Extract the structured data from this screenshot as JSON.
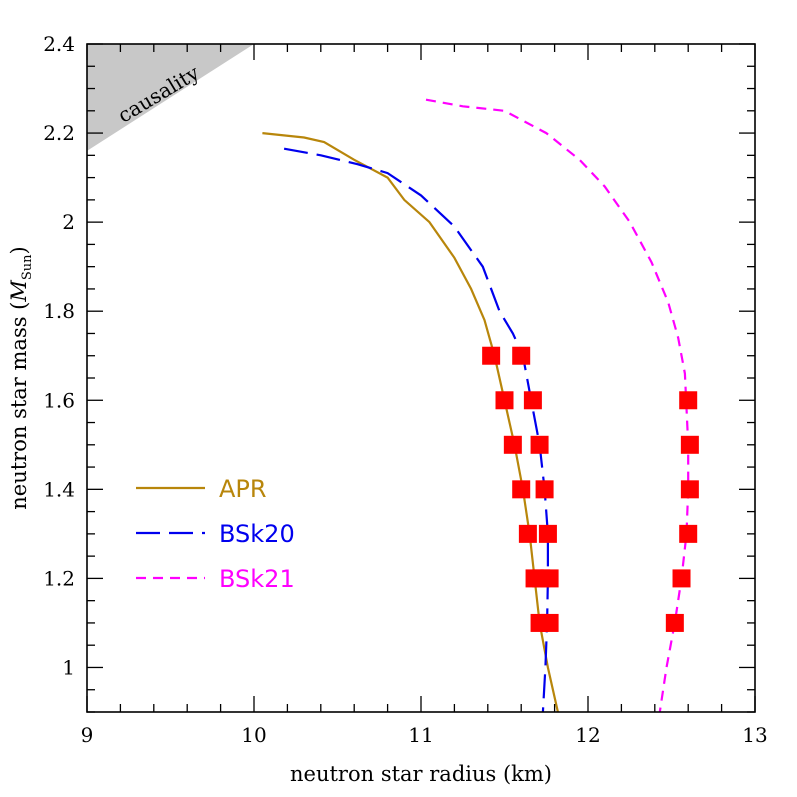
{
  "chart_data": {
    "type": "line",
    "xlabel": "neutron star radius (km)",
    "ylabel": {
      "main": "neutron star mass (",
      "symbol": "M",
      "subscript": "Sun",
      "close": ")"
    },
    "xlim": [
      9,
      13
    ],
    "ylim": [
      0.9,
      2.4
    ],
    "x_ticks": [
      "9",
      "10",
      "11",
      "12",
      "13"
    ],
    "y_ticks": [
      "1",
      "1.2",
      "1.4",
      "1.6",
      "1.8",
      "2",
      "2.2",
      "2.4"
    ],
    "grid": false,
    "legend_position": "left-middle",
    "region": {
      "label": "causality",
      "polygon": [
        [
          9,
          2.4
        ],
        [
          10,
          2.4
        ],
        [
          9,
          2.16
        ]
      ],
      "color": "#c8c8c8"
    },
    "series": [
      {
        "name": "APR",
        "color": "#b8860b",
        "style": "solid",
        "points": [
          [
            10.05,
            2.2
          ],
          [
            10.3,
            2.19
          ],
          [
            10.42,
            2.18
          ],
          [
            10.6,
            2.14
          ],
          [
            10.8,
            2.1
          ],
          [
            10.9,
            2.05
          ],
          [
            11.05,
            2.0
          ],
          [
            11.2,
            1.92
          ],
          [
            11.3,
            1.85
          ],
          [
            11.38,
            1.78
          ],
          [
            11.44,
            1.7
          ],
          [
            11.5,
            1.6
          ],
          [
            11.56,
            1.5
          ],
          [
            11.61,
            1.4
          ],
          [
            11.65,
            1.3
          ],
          [
            11.68,
            1.2
          ],
          [
            11.71,
            1.1
          ],
          [
            11.76,
            1.0
          ],
          [
            11.82,
            0.9
          ]
        ]
      },
      {
        "name": "BSk20",
        "color": "#0000ee",
        "style": "dashed",
        "points": [
          [
            10.18,
            2.165
          ],
          [
            10.4,
            2.15
          ],
          [
            10.62,
            2.13
          ],
          [
            10.8,
            2.11
          ],
          [
            11.0,
            2.06
          ],
          [
            11.2,
            1.99
          ],
          [
            11.37,
            1.9
          ],
          [
            11.47,
            1.8
          ],
          [
            11.55,
            1.75
          ],
          [
            11.61,
            1.7
          ],
          [
            11.66,
            1.6
          ],
          [
            11.71,
            1.5
          ],
          [
            11.74,
            1.4
          ],
          [
            11.76,
            1.3
          ],
          [
            11.76,
            1.2
          ],
          [
            11.755,
            1.1
          ],
          [
            11.745,
            1.0
          ],
          [
            11.73,
            0.9
          ]
        ]
      },
      {
        "name": "BSk21",
        "color": "#ff00ff",
        "style": "dotted",
        "points": [
          [
            11.03,
            2.275
          ],
          [
            11.25,
            2.26
          ],
          [
            11.5,
            2.25
          ],
          [
            11.75,
            2.2
          ],
          [
            11.95,
            2.14
          ],
          [
            12.1,
            2.08
          ],
          [
            12.25,
            2.0
          ],
          [
            12.38,
            1.91
          ],
          [
            12.48,
            1.82
          ],
          [
            12.54,
            1.74
          ],
          [
            12.58,
            1.66
          ],
          [
            12.6,
            1.5
          ],
          [
            12.6,
            1.4
          ],
          [
            12.59,
            1.3
          ],
          [
            12.56,
            1.2
          ],
          [
            12.52,
            1.1
          ],
          [
            12.47,
            1.0
          ],
          [
            12.43,
            0.9
          ]
        ]
      }
    ],
    "markers": {
      "color": "#ff0000",
      "shape": "square",
      "points": [
        [
          11.42,
          1.7
        ],
        [
          11.6,
          1.7
        ],
        [
          11.5,
          1.6
        ],
        [
          11.67,
          1.6
        ],
        [
          11.55,
          1.5
        ],
        [
          11.71,
          1.5
        ],
        [
          11.6,
          1.4
        ],
        [
          11.74,
          1.4
        ],
        [
          11.64,
          1.3
        ],
        [
          11.76,
          1.3
        ],
        [
          11.68,
          1.2
        ],
        [
          11.72,
          1.2
        ],
        [
          11.77,
          1.2
        ],
        [
          11.71,
          1.1
        ],
        [
          11.77,
          1.1
        ],
        [
          12.6,
          1.6
        ],
        [
          12.61,
          1.5
        ],
        [
          12.61,
          1.4
        ],
        [
          12.6,
          1.3
        ],
        [
          12.56,
          1.2
        ],
        [
          12.52,
          1.1
        ]
      ]
    }
  }
}
